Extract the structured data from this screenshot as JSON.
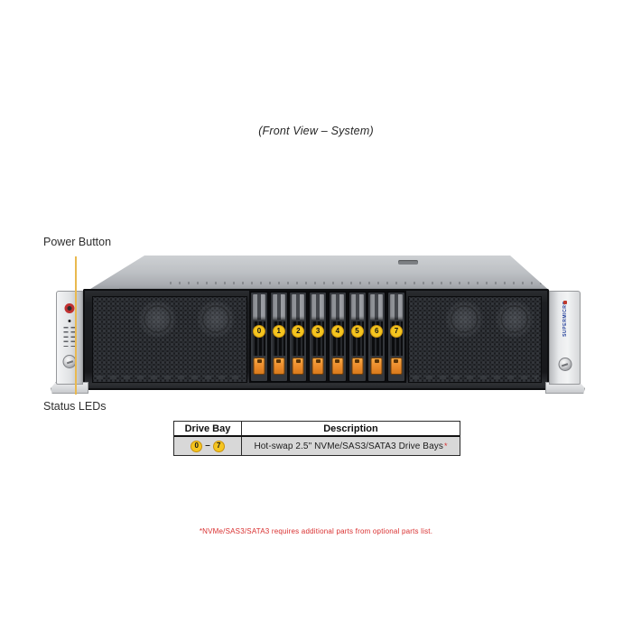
{
  "figure": {
    "title": "(Front View – System)"
  },
  "callouts": {
    "power_button": "Power Button",
    "status_leds": "Status LEDs"
  },
  "server": {
    "logo_text": "SUPERMICRO",
    "bays": [
      "0",
      "1",
      "2",
      "3",
      "4",
      "5",
      "6",
      "7"
    ]
  },
  "table": {
    "headers": [
      "Drive Bay",
      "Description"
    ],
    "row": {
      "bay_start": "0",
      "bay_dash": "–",
      "bay_end": "7",
      "description": "Hot-swap 2.5\" NVMe/SAS3/SATA3 Drive Bays",
      "description_mark": "*"
    }
  },
  "footnote": "*NVMe/SAS3/SATA3 requires additional parts from optional parts list.",
  "colors": {
    "annotation_line": "#E9B94F",
    "bay_number_fill": "#F5C51F",
    "bay_number_border": "#C8920E",
    "latch_orange": "#EE8F2F",
    "footnote_red": "#D93030",
    "logo_blue": "#24409A",
    "power_button_red": "#C03030",
    "table_row_bg": "#D8D8D8"
  }
}
